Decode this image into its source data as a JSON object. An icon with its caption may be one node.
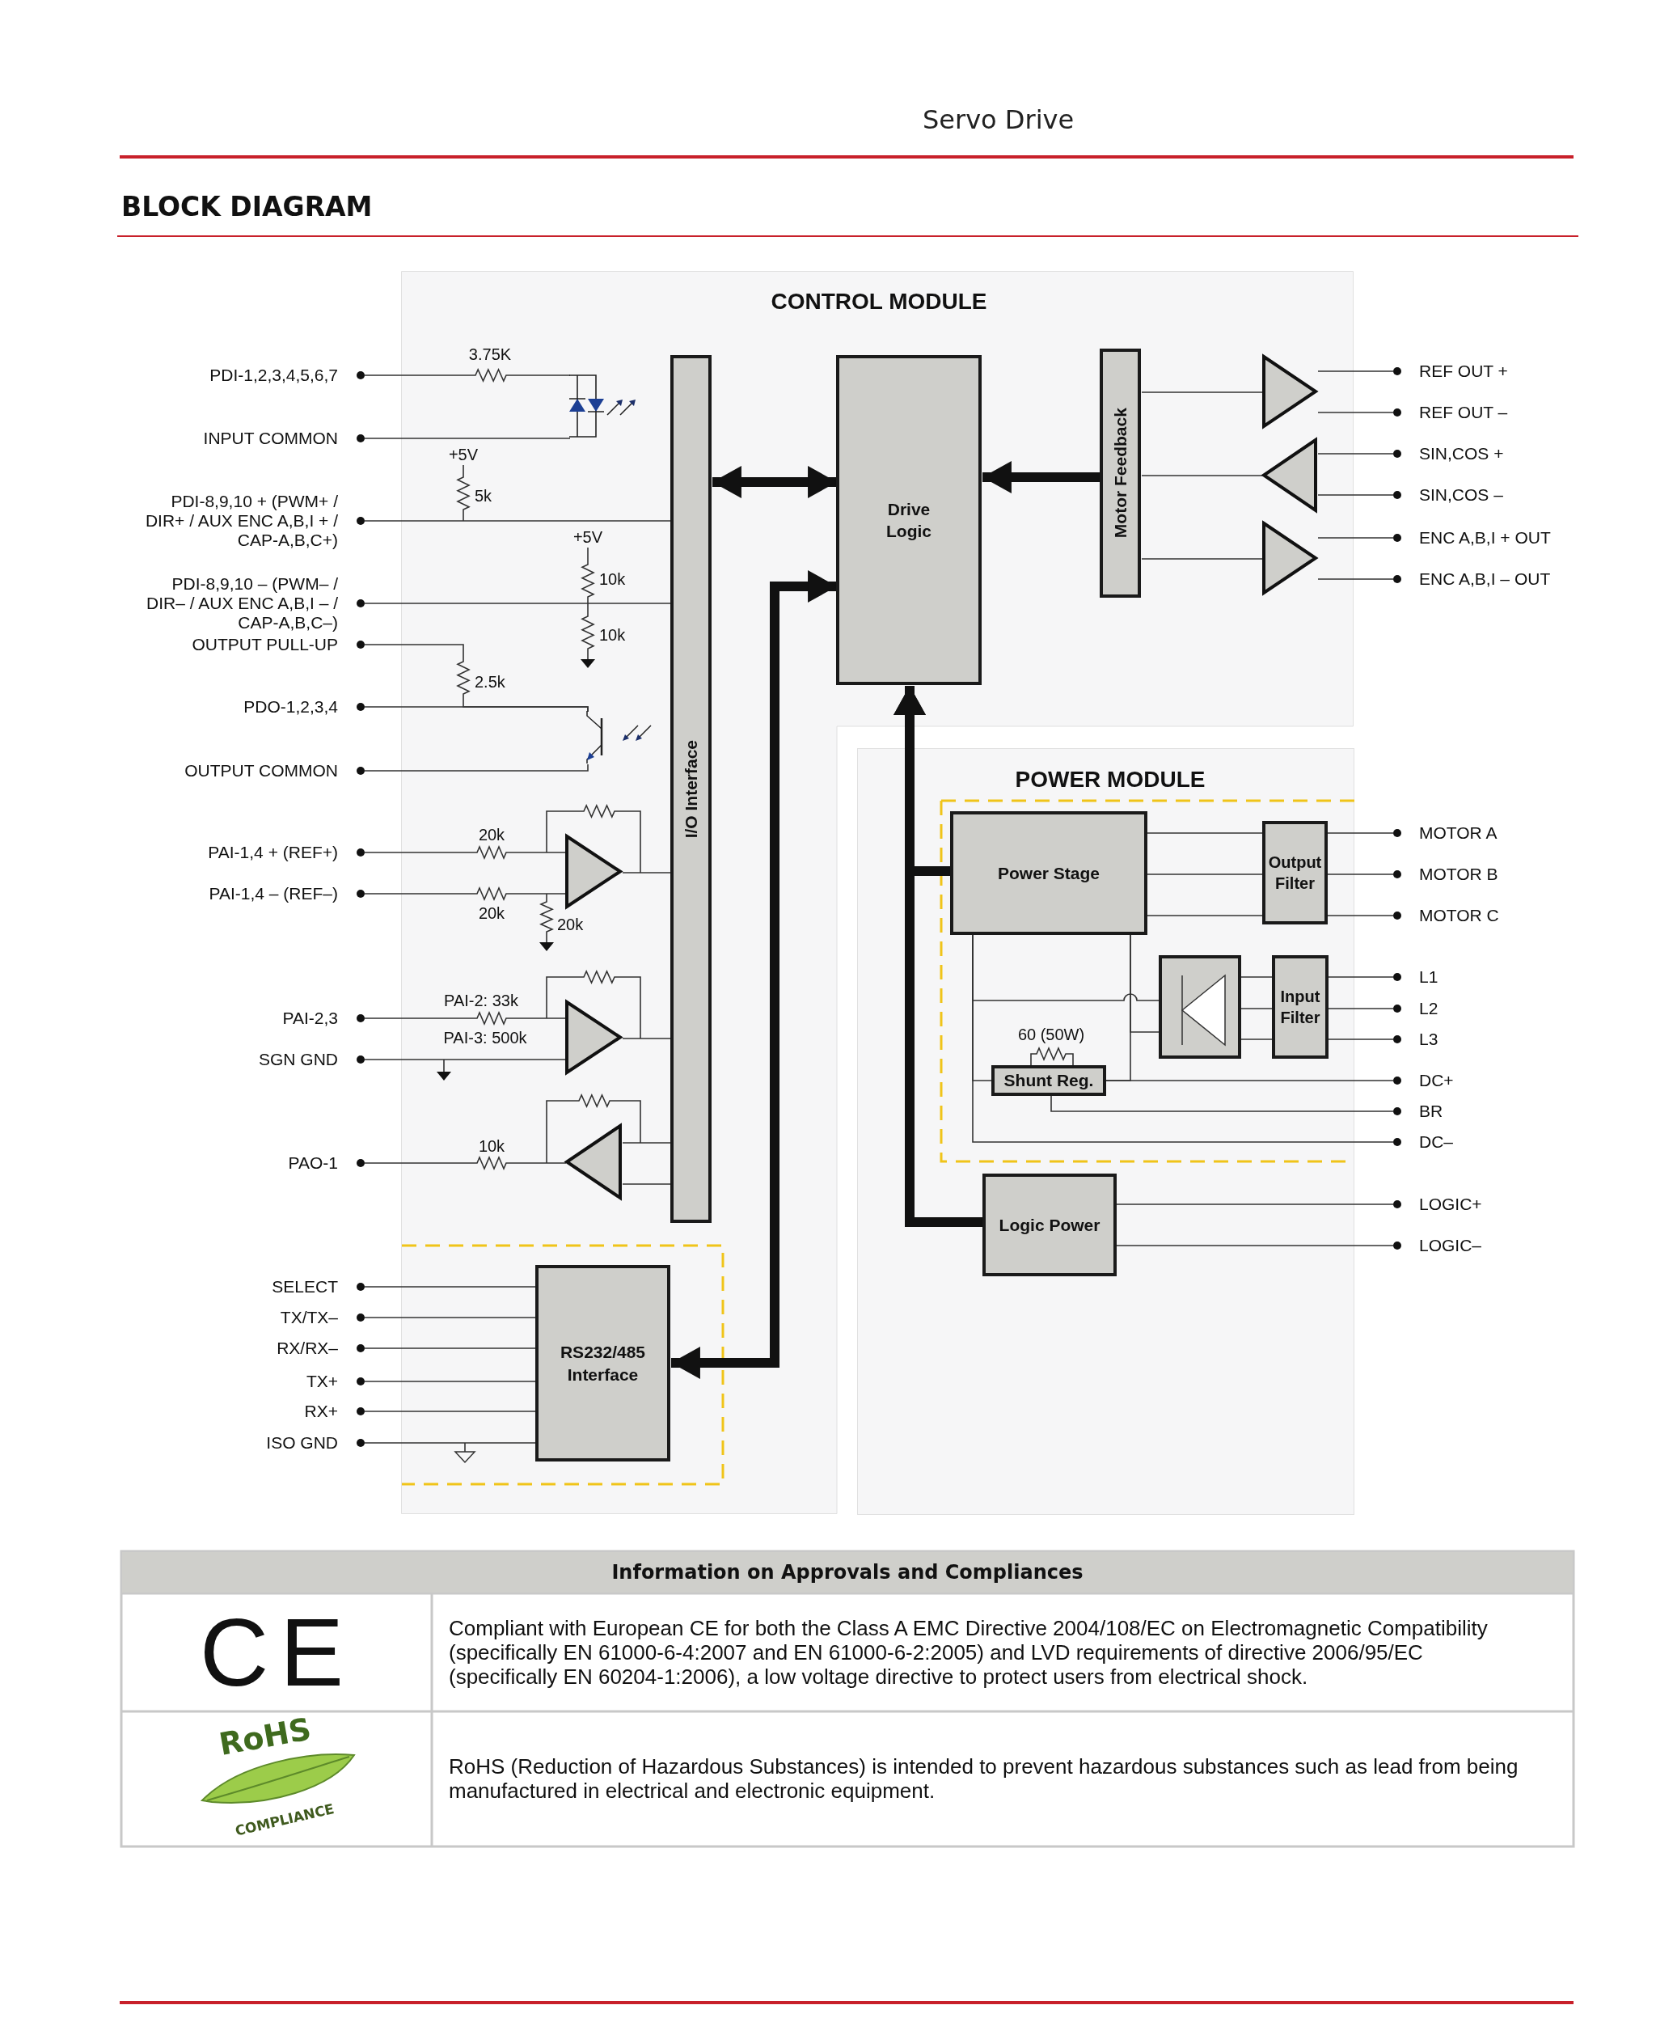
{
  "diagram": {
    "title": "BLOCK DIAGRAM",
    "nodes": [
      {
        "text": [
          "CONTROL MODULE"
        ]
      },
      {
        "text": [
          "I/O Interface"
        ],
        "in": 0
      },
      {
        "text": [
          "Drive Logic"
        ],
        "in": 0
      },
      {
        "text": [
          "Motor Feedback"
        ],
        "in": 0
      },
      {
        "text": [
          "RS232/485 Interface"
        ],
        "in": 0
      },
      {
        "text": [
          "POWER MODULE"
        ]
      },
      {
        "text": [
          "Power Stage"
        ],
        "in": 5
      },
      {
        "text": [
          "Output Filter"
        ],
        "in": 5
      },
      {
        "text": [],
        "shape": "box",
        "in": 5
      },
      {
        "text": [
          "Input Filter"
        ],
        "in": 5
      },
      {
        "text": [
          "Shunt Reg."
        ],
        "in": 5
      },
      {
        "text": [
          "Logic Power"
        ],
        "in": 5
      },
      {
        "text": [
          "PDI-1,2,3,4,5,6,7"
        ]
      },
      {
        "text": [
          "INPUT COMMON"
        ]
      },
      {
        "text": [
          "PDI-8,9,10 + (PWM+ / DIR+ / AUX ENC A,B,I + / CAP-A,B,C+)"
        ]
      },
      {
        "text": [
          "PDI-8,9,10 – (PWM– / DIR– / AUX ENC A,B,I – / CAP-A,B,C–)"
        ]
      },
      {
        "text": [
          "OUTPUT PULL-UP"
        ]
      },
      {
        "text": [
          "PDO-1,2,3,4"
        ]
      },
      {
        "text": [
          "OUTPUT COMMON"
        ]
      },
      {
        "text": [
          "PAI-1,4 + (REF+)"
        ]
      },
      {
        "text": [
          "PAI-1,4 – (REF–)"
        ]
      },
      {
        "text": [
          "PAI-2,3"
        ]
      },
      {
        "text": [
          "SGN GND"
        ]
      },
      {
        "text": [
          "PAO-1"
        ]
      },
      {
        "text": [
          "SELECT"
        ]
      },
      {
        "text": [
          "TX/TX–"
        ]
      },
      {
        "text": [
          "RX/RX–"
        ]
      },
      {
        "text": [
          "TX+"
        ]
      },
      {
        "text": [
          "RX+"
        ]
      },
      {
        "text": [
          "ISO GND"
        ]
      },
      {
        "text": [
          "REF OUT +"
        ]
      },
      {
        "text": [
          "REF OUT –"
        ]
      },
      {
        "text": [
          "SIN,COS +"
        ]
      },
      {
        "text": [
          "SIN,COS –"
        ]
      },
      {
        "text": [
          "ENC A,B,I + OUT"
        ]
      },
      {
        "text": [
          "ENC A,B,I – OUT"
        ]
      },
      {
        "text": [
          "MOTOR A"
        ]
      },
      {
        "text": [
          "MOTOR B"
        ]
      },
      {
        "text": [
          "MOTOR C"
        ]
      },
      {
        "text": [
          "L1"
        ]
      },
      {
        "text": [
          "L2"
        ]
      },
      {
        "text": [
          "L3"
        ]
      },
      {
        "text": [
          "DC+"
        ]
      },
      {
        "text": [
          "BR"
        ]
      },
      {
        "text": [
          "DC–"
        ]
      },
      {
        "text": [
          "LOGIC+"
        ]
      },
      {
        "text": [
          "LOGIC–"
        ]
      },
      {
        "text": [],
        "shape": "diode",
        "in": 0
      },
      {
        "text": [],
        "shape": "transistor",
        "in": 0
      },
      {
        "text": [],
        "shape": "triangle",
        "in": 0
      },
      {
        "text": [],
        "shape": "triangle",
        "in": 0
      },
      {
        "text": [],
        "shape": "triangle",
        "in": 0
      },
      {
        "text": [],
        "shape": "triangle",
        "in": 0
      },
      {
        "text": [],
        "shape": "triangle",
        "in": 0
      },
      {
        "text": [],
        "shape": "triangle",
        "in": 0
      }
    ],
    "edges": [
      {
        "from": 1,
        "to": 2,
        "arrow": "both",
        "style": "thick"
      },
      {
        "from": 3,
        "to": 2,
        "arrow": "to",
        "style": "thick"
      },
      {
        "from": 4,
        "to": 2,
        "arrow": "both",
        "style": "thick"
      },
      {
        "from": 6,
        "to": 2,
        "arrow": "to",
        "style": "thick"
      },
      {
        "from": 11,
        "to": 2,
        "arrow": "to",
        "style": "thick"
      },
      {
        "from": 6,
        "to": 7,
        "arrow": "none"
      },
      {
        "from": 6,
        "to": 7,
        "arrow": "none"
      },
      {
        "from": 6,
        "to": 7,
        "arrow": "none"
      },
      {
        "from": 9,
        "to": 8,
        "arrow": "none"
      },
      {
        "from": 9,
        "to": 8,
        "arrow": "none"
      },
      {
        "from": 9,
        "to": 8,
        "arrow": "none"
      },
      {
        "from": 8,
        "to": 6,
        "arrow": "none"
      },
      {
        "from": 8,
        "to": 6,
        "arrow": "none"
      },
      {
        "from": 10,
        "to": 6,
        "arrow": "none"
      },
      {
        "from": 10,
        "to": 6,
        "arrow": "none"
      },
      {
        "from": 12,
        "to": 47,
        "arrow": "none"
      },
      {
        "from": 13,
        "to": 47,
        "arrow": "none"
      },
      {
        "from": 14,
        "to": 1,
        "arrow": "none"
      },
      {
        "from": 15,
        "to": 1,
        "arrow": "none"
      },
      {
        "from": 16,
        "to": 48,
        "arrow": "none"
      },
      {
        "from": 17,
        "to": 48,
        "arrow": "none"
      },
      {
        "from": 18,
        "to": 48,
        "arrow": "none"
      },
      {
        "from": 19,
        "to": 49,
        "arrow": "none"
      },
      {
        "from": 20,
        "to": 49,
        "arrow": "none"
      },
      {
        "from": 49,
        "to": 1,
        "arrow": "none"
      },
      {
        "from": 21,
        "to": 50,
        "arrow": "none"
      },
      {
        "from": 22,
        "to": 50,
        "arrow": "none"
      },
      {
        "from": 50,
        "to": 1,
        "arrow": "none"
      },
      {
        "from": 51,
        "to": 23,
        "arrow": "none"
      },
      {
        "from": 1,
        "to": 51,
        "arrow": "none"
      },
      {
        "from": 1,
        "to": 51,
        "arrow": "none"
      },
      {
        "from": 24,
        "to": 4,
        "arrow": "none"
      },
      {
        "from": 25,
        "to": 4,
        "arrow": "none"
      },
      {
        "from": 26,
        "to": 4,
        "arrow": "none"
      },
      {
        "from": 27,
        "to": 4,
        "arrow": "none"
      },
      {
        "from": 28,
        "to": 4,
        "arrow": "none"
      },
      {
        "from": 29,
        "to": 4,
        "arrow": "none"
      },
      {
        "from": 3,
        "to": 52,
        "arrow": "none"
      },
      {
        "from": 3,
        "to": 53,
        "arrow": "none"
      },
      {
        "from": 3,
        "to": 54,
        "arrow": "none"
      },
      {
        "from": 52,
        "to": 30,
        "arrow": "none"
      },
      {
        "from": 52,
        "to": 31,
        "arrow": "none"
      },
      {
        "from": 53,
        "to": 32,
        "arrow": "none"
      },
      {
        "from": 53,
        "to": 33,
        "arrow": "none"
      },
      {
        "from": 54,
        "to": 34,
        "arrow": "none"
      },
      {
        "from": 54,
        "to": 35,
        "arrow": "none"
      },
      {
        "from": 7,
        "to": 36,
        "arrow": "none"
      },
      {
        "from": 7,
        "to": 37,
        "arrow": "none"
      },
      {
        "from": 7,
        "to": 38,
        "arrow": "none"
      },
      {
        "from": 9,
        "to": 39,
        "arrow": "none"
      },
      {
        "from": 9,
        "to": 40,
        "arrow": "none"
      },
      {
        "from": 9,
        "to": 41,
        "arrow": "none"
      },
      {
        "from": 10,
        "to": 42,
        "arrow": "none"
      },
      {
        "from": 10,
        "to": 43,
        "arrow": "none"
      },
      {
        "from": 6,
        "to": 44,
        "arrow": "none"
      },
      {
        "from": 11,
        "to": 45,
        "arrow": "none"
      },
      {
        "from": 11,
        "to": 46,
        "arrow": "none"
      }
    ],
    "labels": [
      "Servo Drive",
      "3.75K",
      "+5V",
      "5k",
      "+5V",
      "10k",
      "10k",
      "2.5k",
      "20k",
      "20k",
      "20k",
      "PAI-2: 33k",
      "PAI-3: 500k",
      "10k",
      "60 (50W)",
      "Information on Approvals and Compliances",
      "CE",
      "Compliant with European CE for both the Class A EMC Directive 2004/108/EC on Electromagnetic Compatibility (specifically EN 61000-6-4:2007 and EN 61000-6-2:2005) and LVD requirements of directive 2006/95/EC (specifically EN 60204-1:2006), a low voltage directive to protect users from electrical shock.",
      "RoHS",
      "COMPLIANCE",
      "RoHS (Reduction of Hazardous Substances) is intended to prevent hazardous substances such as lead from being manufactured in electrical and electronic equipment."
    ]
  }
}
